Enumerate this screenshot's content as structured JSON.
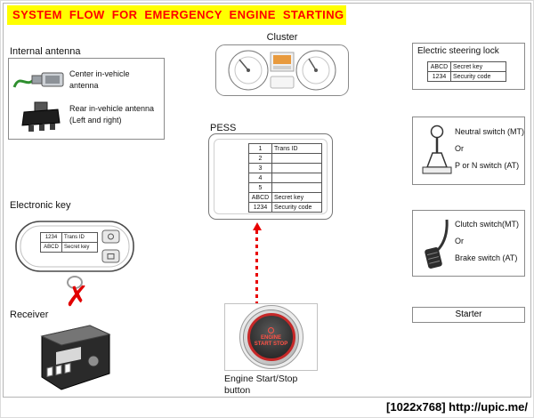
{
  "title": "SYSTEM FLOW FOR EMERGENCY ENGINE STARTING",
  "colors": {
    "banner_bg": "#ffff00",
    "banner_text": "#ff0000",
    "arrow": "#e80000",
    "x_mark": "#e10000"
  },
  "icons": {
    "x_mark": "✗"
  },
  "internal_antenna": {
    "title": "Internal antenna",
    "center_label": "Center in-vehicle antenna",
    "rear_label": "Rear in-vehicle antenna (Left and right)"
  },
  "electronic_key": {
    "label": "Electronic key",
    "table": [
      [
        "1234",
        "Trans ID"
      ],
      [
        "ABCD",
        "Secret key"
      ]
    ]
  },
  "receiver": {
    "label": "Receiver"
  },
  "cluster": {
    "label": "Cluster"
  },
  "pess": {
    "label": "PESS",
    "table": [
      [
        "1",
        "Trans ID"
      ],
      [
        "2",
        ""
      ],
      [
        "3",
        ""
      ],
      [
        "4",
        ""
      ],
      [
        "5",
        ""
      ],
      [
        "ABCD",
        "Secret key"
      ],
      [
        "1234",
        "Security code"
      ]
    ]
  },
  "engine_button": {
    "face": "ENGINE START STOP",
    "label": "Engine Start/Stop button"
  },
  "steering_lock": {
    "title": "Electric steering lock",
    "table": [
      [
        "ABCD",
        "Secret key"
      ],
      [
        "1234",
        "Security code"
      ]
    ]
  },
  "neutral_switch": {
    "line1": "Neutral switch (MT)",
    "line2": "Or",
    "line3": "P or N switch (AT)"
  },
  "clutch_switch": {
    "line1": "Clutch switch(MT)",
    "line2": "Or",
    "line3": "Brake switch (AT)"
  },
  "starter": {
    "label": "Starter"
  },
  "footer": {
    "text": "[1022x768] http://upic.me/"
  }
}
